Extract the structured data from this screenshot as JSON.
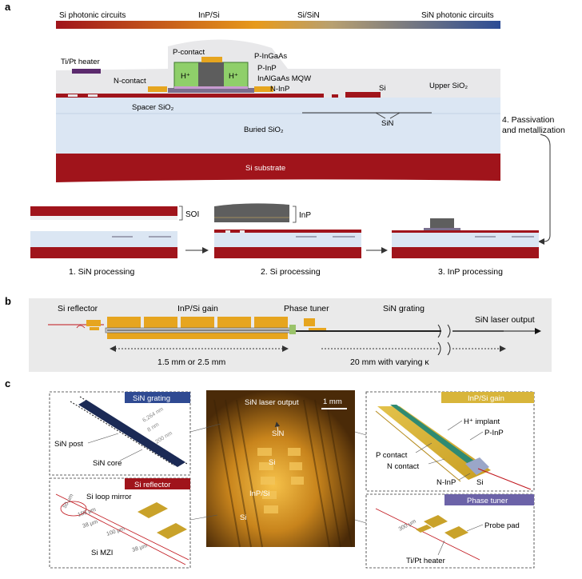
{
  "panel_a": {
    "letter": "a",
    "gradient_labels": [
      "Si photonic circuits",
      "InP/Si",
      "Si/SiN",
      "SiN photonic circuits"
    ],
    "gradient_colors": [
      "#a0141b",
      "#e79a1b",
      "#2c4c95"
    ],
    "labels": {
      "heater": "Ti/Pt heater",
      "p_contact": "P-contact",
      "p_ingaas": "P-InGaAs",
      "p_inp": "P-InP",
      "n_contact": "N-contact",
      "mqw": "InAlGaAs MQW",
      "n_inp": "N-InP",
      "hplus_left": "H⁺",
      "hplus_right": "H⁺",
      "si": "Si",
      "upper_sio2": "Upper SiO₂",
      "spacer_sio2": "Spacer SiO₂",
      "sin": "SiN",
      "buried_sio2": "Buried SiO₂",
      "si_substrate": "Si substrate",
      "step4_line1": "4. Passivation",
      "step4_line2": "and metallization",
      "soi": "SOI",
      "inp": "InP"
    },
    "steps": [
      "1. SiN processing",
      "2. Si processing",
      "3. InP processing"
    ]
  },
  "panel_b": {
    "letter": "b",
    "labels": {
      "si_reflector": "Si reflector",
      "inp_si_gain": "InP/Si gain",
      "phase_tuner": "Phase tuner",
      "sin_grating": "SiN grating",
      "output": "SiN laser output",
      "gain_length": "1.5 mm or 2.5 mm",
      "grating_length": "20 mm with varying κ"
    }
  },
  "panel_c": {
    "letter": "c",
    "sin_grating": {
      "tag": "SiN grating",
      "tag_color": "#2f4a92",
      "dims": [
        "6,264 nm",
        "8 nm",
        "200 nm"
      ],
      "post": "SiN post",
      "core": "SiN core"
    },
    "si_reflector": {
      "tag": "Si reflector",
      "tag_color": "#a0141b",
      "loop": "Si loop mirror",
      "dims": [
        "155 μm",
        "38 μm",
        "100 μm",
        "38 μm",
        "50 μm"
      ],
      "mzi": "Si MZI"
    },
    "photo": {
      "output": "SiN laser output",
      "scale": "1 mm",
      "sin": "SiN",
      "si_upper": "Si",
      "inp_si": "InP/Si",
      "si_lower": "Si"
    },
    "inp_gain": {
      "tag": "InP/Si gain",
      "tag_color": "#d8b53a",
      "h_implant": "H⁺ implant",
      "p_inp": "P-InP",
      "p_contact": "P contact",
      "n_contact": "N contact",
      "n_inp": "N-InP",
      "si": "Si"
    },
    "phase_tuner": {
      "tag": "Phase tuner",
      "tag_color": "#6c63a8",
      "dim": "300 μm",
      "probe": "Probe pad",
      "heater": "Ti/Pt heater"
    }
  }
}
